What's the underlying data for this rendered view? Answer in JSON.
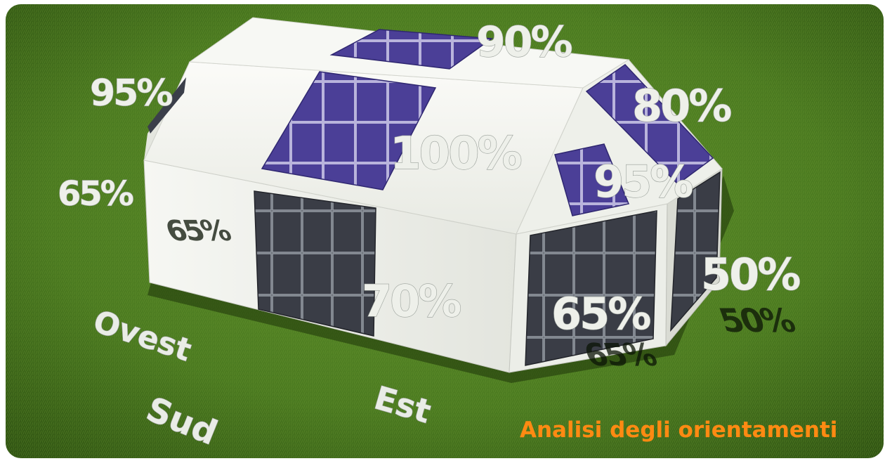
{
  "caption": "Analisi degli orientamenti",
  "directions": {
    "west": "Ovest",
    "south": "Sud",
    "east": "Est"
  },
  "percentages": {
    "roof_top": "90%",
    "roof_west_end": "95%",
    "roof_south": "100%",
    "roof_east_end": "80%",
    "roof_east_small": "95%",
    "wall_west": "65%",
    "wall_south": "70%",
    "wall_east": "65%",
    "wall_east_end": "50%"
  },
  "colors": {
    "grass": "#4f7d22",
    "house_wall": "#f2f3ef",
    "solar_panel": "#4a3f94",
    "caption": "#ff8a12"
  }
}
